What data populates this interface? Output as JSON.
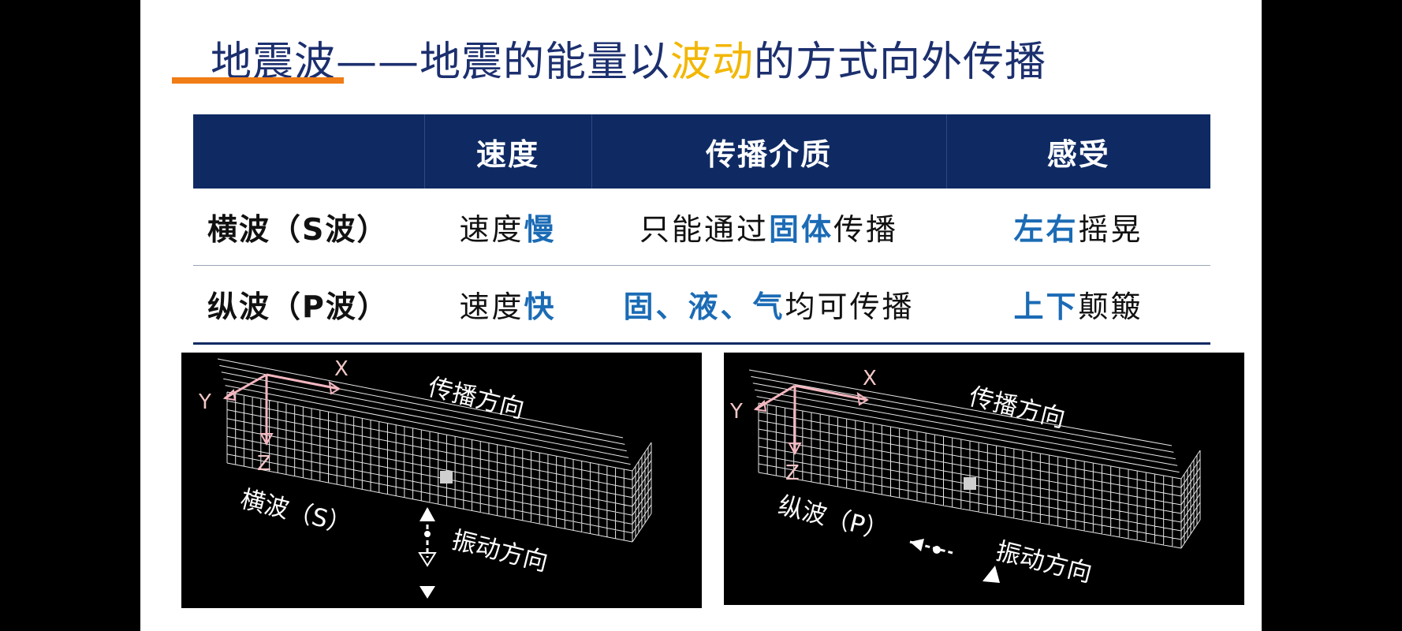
{
  "title": {
    "part1": "地震波——地震的能量以",
    "highlight": "波动",
    "part2": "的方式向外传播"
  },
  "table": {
    "headers": [
      "",
      "速度",
      "传播介质",
      "感受"
    ],
    "rows": [
      {
        "name": "横波（S波）",
        "speed_text": "速度",
        "speed_em": "慢",
        "medium_pre": "只能通过",
        "medium_em": "固体",
        "medium_post": "传播",
        "feel_em": "左右",
        "feel_text": "摇晃"
      },
      {
        "name": "纵波（P波）",
        "speed_text": "速度",
        "speed_em": "快",
        "medium_pre": "",
        "medium_em": "固、液、气",
        "medium_post": "均可传播",
        "feel_em": "上下",
        "feel_text": "颠簸"
      }
    ]
  },
  "panels": [
    {
      "axis_x": "X",
      "axis_y": "Y",
      "axis_z": "Z",
      "propagation_label": "传播方向",
      "wave_label": "横波（S）",
      "vibration_label": "振动方向"
    },
    {
      "axis_x": "X",
      "axis_y": "Y",
      "axis_z": "Z",
      "propagation_label": "传播方向",
      "wave_label": "纵波（P）",
      "vibration_label": "振动方向"
    }
  ],
  "colors": {
    "title_text": "#1c2f6e",
    "title_highlight": "#f2b705",
    "underline": "#f07d16",
    "table_header_bg": "#0f2a63",
    "emphasis": "#1b6bb5"
  }
}
